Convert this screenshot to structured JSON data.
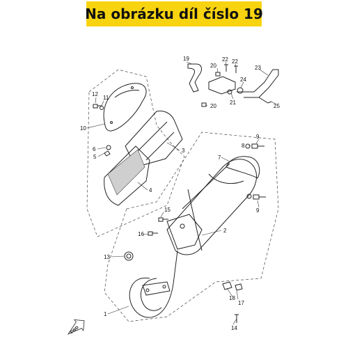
{
  "header": {
    "title": "Na obrázku díl číslo 19",
    "background": "#f8d30f"
  },
  "callouts": {
    "c1": "1",
    "c2": "2",
    "c3": "3",
    "c4": "4",
    "c5": "5",
    "c6": "6",
    "c7": "7",
    "c8": "8",
    "c9a": "9",
    "c9b": "9",
    "c10": "10",
    "c11": "11",
    "c12": "12",
    "c13": "13",
    "c14": "14",
    "c15": "15",
    "c16": "16",
    "c17": "17",
    "c18": "18",
    "c19": "19",
    "c20a": "20",
    "c20b": "20",
    "c21": "21",
    "c22a": "22",
    "c22b": "22",
    "c23": "23",
    "c24": "24",
    "c25": "25"
  },
  "direction_badge": "FWD"
}
